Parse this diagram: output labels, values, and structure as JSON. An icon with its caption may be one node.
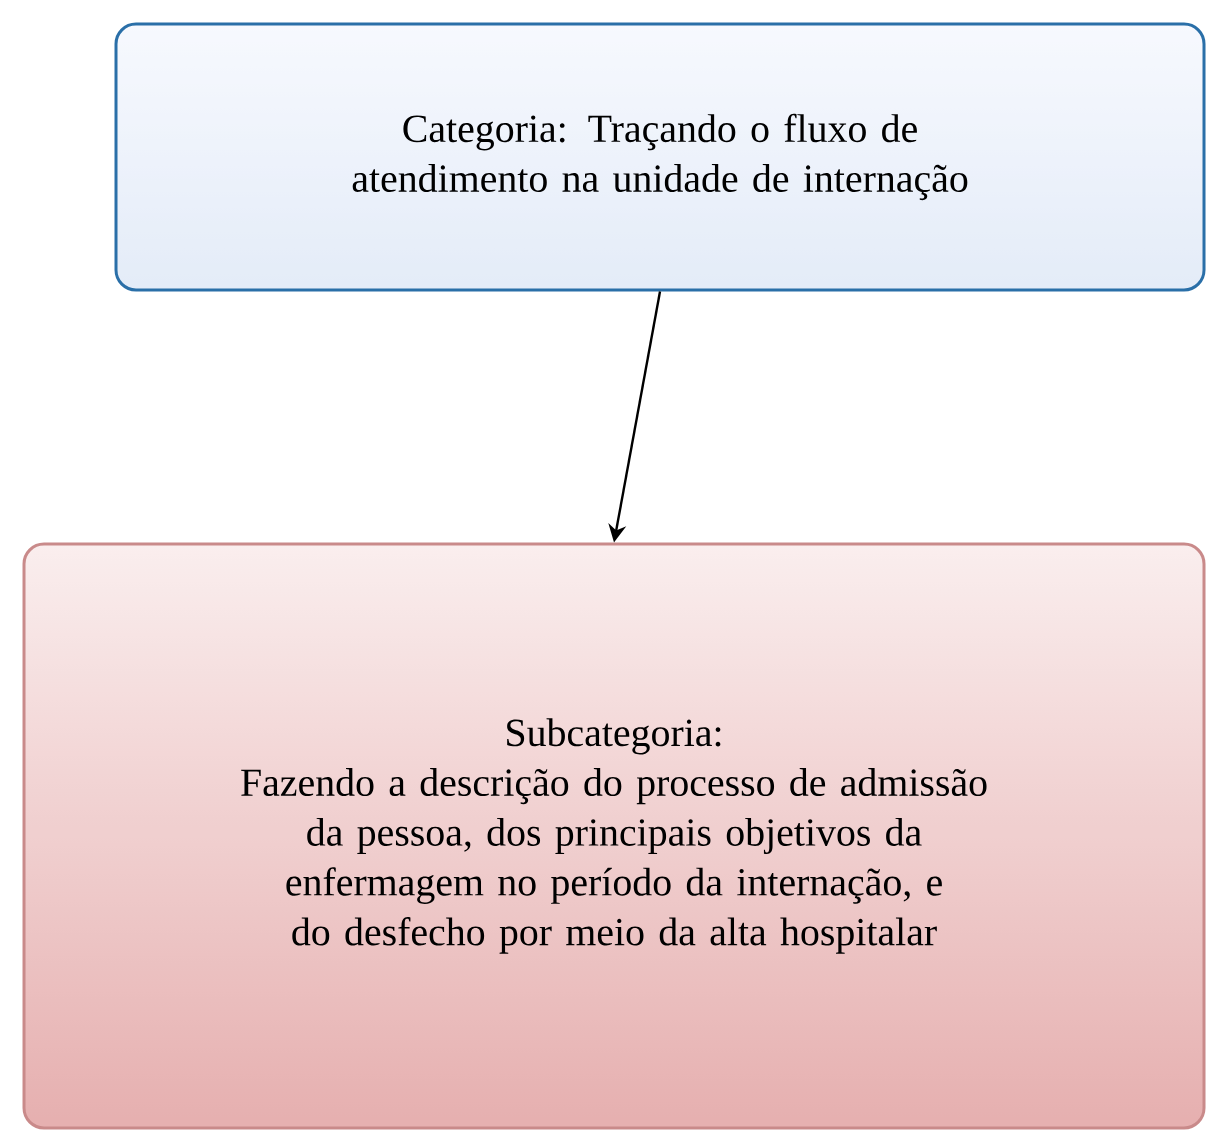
{
  "diagram": {
    "nodes": [
      {
        "text": [
          "Categoria: Traçando o fluxo de atendimento na unidade de internação"
        ]
      },
      {
        "text": [
          "Subcategoria:",
          "Fazendo a descrição do processo de admissão da pessoa, dos principais objetivos da enfermagem no período da internação, e do desfecho por meio da alta hospitalar"
        ]
      }
    ],
    "edges": [
      {
        "from": 0,
        "to": 1,
        "arrow": "to"
      }
    ]
  }
}
